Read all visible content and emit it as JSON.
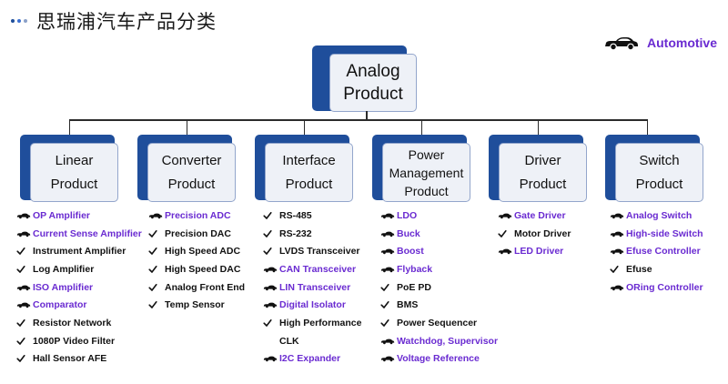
{
  "header": {
    "title": "思瑞浦汽车产品分类",
    "dot_colors": [
      "#1f4e9b",
      "#3b6fd1",
      "#8aa0c8"
    ]
  },
  "legend": {
    "label": "Automotive",
    "label_color": "#6a2bd1",
    "icon": "car-icon"
  },
  "root": {
    "line1": "Analog",
    "line2": "Product"
  },
  "categories": [
    {
      "name": "linear",
      "lines": [
        "Linear",
        "Product"
      ],
      "items": [
        {
          "label": "OP Amplifier",
          "automotive": true
        },
        {
          "label": "Current Sense Amplifier",
          "automotive": true
        },
        {
          "label": "Instrument Amplifier",
          "automotive": false
        },
        {
          "label": "Log Amplifier",
          "automotive": false
        },
        {
          "label": "ISO Amplifier",
          "automotive": true
        },
        {
          "label": "Comparator",
          "automotive": true
        },
        {
          "label": "Resistor Network",
          "automotive": false
        },
        {
          "label": "1080P Video Filter",
          "automotive": false
        },
        {
          "label": "Hall Sensor AFE",
          "automotive": false
        }
      ]
    },
    {
      "name": "converter",
      "lines": [
        "Converter",
        "Product"
      ],
      "items": [
        {
          "label": "Precision ADC",
          "automotive": true
        },
        {
          "label": "Precision DAC",
          "automotive": false
        },
        {
          "label": "High Speed ADC",
          "automotive": false
        },
        {
          "label": "High Speed DAC",
          "automotive": false
        },
        {
          "label": "Analog Front End",
          "automotive": false
        },
        {
          "label": "Temp Sensor",
          "automotive": false
        }
      ]
    },
    {
      "name": "interface",
      "lines": [
        "Interface",
        "Product"
      ],
      "items": [
        {
          "label": "RS-485",
          "automotive": false
        },
        {
          "label": "RS-232",
          "automotive": false
        },
        {
          "label": "LVDS Transceiver",
          "automotive": false
        },
        {
          "label": "CAN Transceiver",
          "automotive": true
        },
        {
          "label": "LIN Transceiver",
          "automotive": true
        },
        {
          "label": "Digital Isolator",
          "automotive": true
        },
        {
          "label": "High Performance",
          "automotive": false
        },
        {
          "label": "CLK",
          "automotive": false,
          "continuation": true
        },
        {
          "label": "I2C Expander",
          "automotive": true
        }
      ]
    },
    {
      "name": "power-management",
      "lines": [
        "Power",
        "Management",
        "Product"
      ],
      "items": [
        {
          "label": "LDO",
          "automotive": true
        },
        {
          "label": "Buck",
          "automotive": true
        },
        {
          "label": "Boost",
          "automotive": true
        },
        {
          "label": "Flyback",
          "automotive": true
        },
        {
          "label": "PoE PD",
          "automotive": false
        },
        {
          "label": "BMS",
          "automotive": false
        },
        {
          "label": "Power Sequencer",
          "automotive": false
        },
        {
          "label": "Watchdog, Supervisor",
          "automotive": true
        },
        {
          "label": "Voltage Reference",
          "automotive": true
        }
      ]
    },
    {
      "name": "driver",
      "lines": [
        "Driver",
        "Product"
      ],
      "items": [
        {
          "label": "Gate Driver",
          "automotive": true
        },
        {
          "label": "Motor Driver",
          "automotive": false
        },
        {
          "label": "LED Driver",
          "automotive": true
        }
      ]
    },
    {
      "name": "switch",
      "lines": [
        "Switch",
        "Product"
      ],
      "items": [
        {
          "label": "Analog Switch",
          "automotive": true
        },
        {
          "label": "High-side Switch",
          "automotive": true
        },
        {
          "label": "Efuse Controller",
          "automotive": true
        },
        {
          "label": "Efuse",
          "automotive": false
        },
        {
          "label": "ORing Controller",
          "automotive": true
        }
      ]
    }
  ]
}
